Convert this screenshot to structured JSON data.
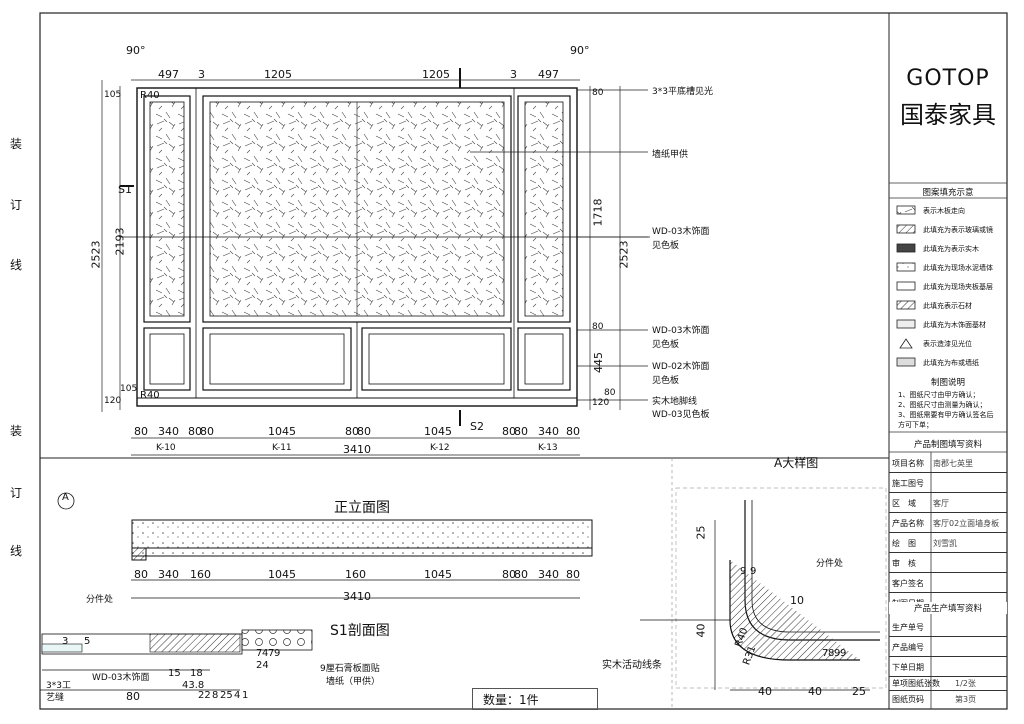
{
  "binding": {
    "top": [
      "装",
      "订",
      "线"
    ],
    "bottom": [
      "装",
      "订",
      "线"
    ]
  },
  "brand": {
    "en": "GOTOP",
    "cn": "国泰家具"
  },
  "legend": {
    "title": "图案填充示意",
    "items": [
      "表示木板走向",
      "此填充为表示玻璃或镜",
      "此填充为表示实木",
      "此填充为现场水泥墙体",
      "此填充为现场夹板基层",
      "此填充表示石材",
      "此填充为木饰面基材",
      "表示造漆见光位",
      "此填充为布或墙纸"
    ]
  },
  "notes": {
    "title": "制图说明",
    "lines": [
      "1、图纸尺寸由甲方确认；",
      "2、图纸尺寸由测量为确认；",
      "3、图纸需要有甲方确认签名后",
      "方可下单；"
    ]
  },
  "drawing_info": {
    "title": "产品制图填写资料",
    "rows": [
      {
        "k": "项目名称",
        "v": "南郡七英里"
      },
      {
        "k": "施工图号",
        "v": ""
      },
      {
        "k": "区　域",
        "v": "客厅"
      },
      {
        "k": "产品名称",
        "v": "客厅02立面墙身板"
      },
      {
        "k": "绘　图",
        "v": "刘雪凯"
      },
      {
        "k": "审　核",
        "v": ""
      },
      {
        "k": "客户签名",
        "v": ""
      },
      {
        "k": "制图日期",
        "v": ""
      }
    ]
  },
  "production_info": {
    "title": "产品生产填写资料",
    "rows": [
      {
        "k": "生产单号",
        "v": ""
      },
      {
        "k": "产品编号",
        "v": ""
      },
      {
        "k": "下单日期",
        "v": ""
      },
      {
        "k": "单项图纸张数",
        "v": "1/2张"
      },
      {
        "k": "图纸页码",
        "v": "第3页"
      }
    ]
  },
  "elevation": {
    "angle_left": "90°",
    "angle_right": "90°",
    "top_dims": [
      "497",
      "3",
      "1205",
      "1205",
      "3",
      "497"
    ],
    "left_dims": [
      "105",
      "2193",
      "2523",
      "120",
      "105"
    ],
    "right_dims": [
      "80",
      "1718",
      "2523",
      "80",
      "445",
      "120",
      "80"
    ],
    "radius_top": "R40",
    "radius_bottom": "R40",
    "section_mark_1": "S1",
    "section_mark_2": "S2",
    "bottom_dims": [
      "80",
      "340",
      "80",
      "80",
      "1045",
      "80",
      "80",
      "1045",
      "80",
      "80",
      "340",
      "80"
    ],
    "module_labels": [
      "K-10",
      "K-11",
      "K-12",
      "K-13"
    ],
    "total_width": "3410",
    "callouts": [
      "3*3平底槽见光",
      "墙纸甲供",
      "WD-03木饰面",
      "见色板",
      "WD-03木饰面",
      "见色板",
      "WD-02木饰面",
      "见色板",
      "实木地脚线",
      "WD-03见色板"
    ],
    "title": "正立面图"
  },
  "plan": {
    "marker": "A",
    "dims": [
      "80",
      "340",
      "160",
      "1045",
      "160",
      "1045",
      "80",
      "80",
      "340",
      "80"
    ],
    "total": "3410",
    "title": "S1剖面图"
  },
  "section": {
    "callout": "分件处",
    "dims_left": [
      "3",
      "5",
      "15",
      "18",
      "43.8"
    ],
    "dims_bottom": [
      "80",
      "22",
      "8",
      "25",
      "4",
      "1"
    ],
    "dims_vertical": [
      "24",
      "7",
      "4",
      "7",
      "9"
    ],
    "labels": [
      "3*3工",
      "艺缝",
      "WD-03木饰面",
      "9厘石膏板面贴",
      "墙纸（甲供）"
    ]
  },
  "detail_a": {
    "title": "A大样图",
    "callout": "分件处",
    "dims": [
      "25",
      "9",
      "9",
      "10",
      "40",
      "R40",
      "R31",
      "7",
      "8",
      "9",
      "9",
      "40",
      "40",
      "25"
    ],
    "label": "实木活动线条"
  },
  "quantity": "数量：1件"
}
